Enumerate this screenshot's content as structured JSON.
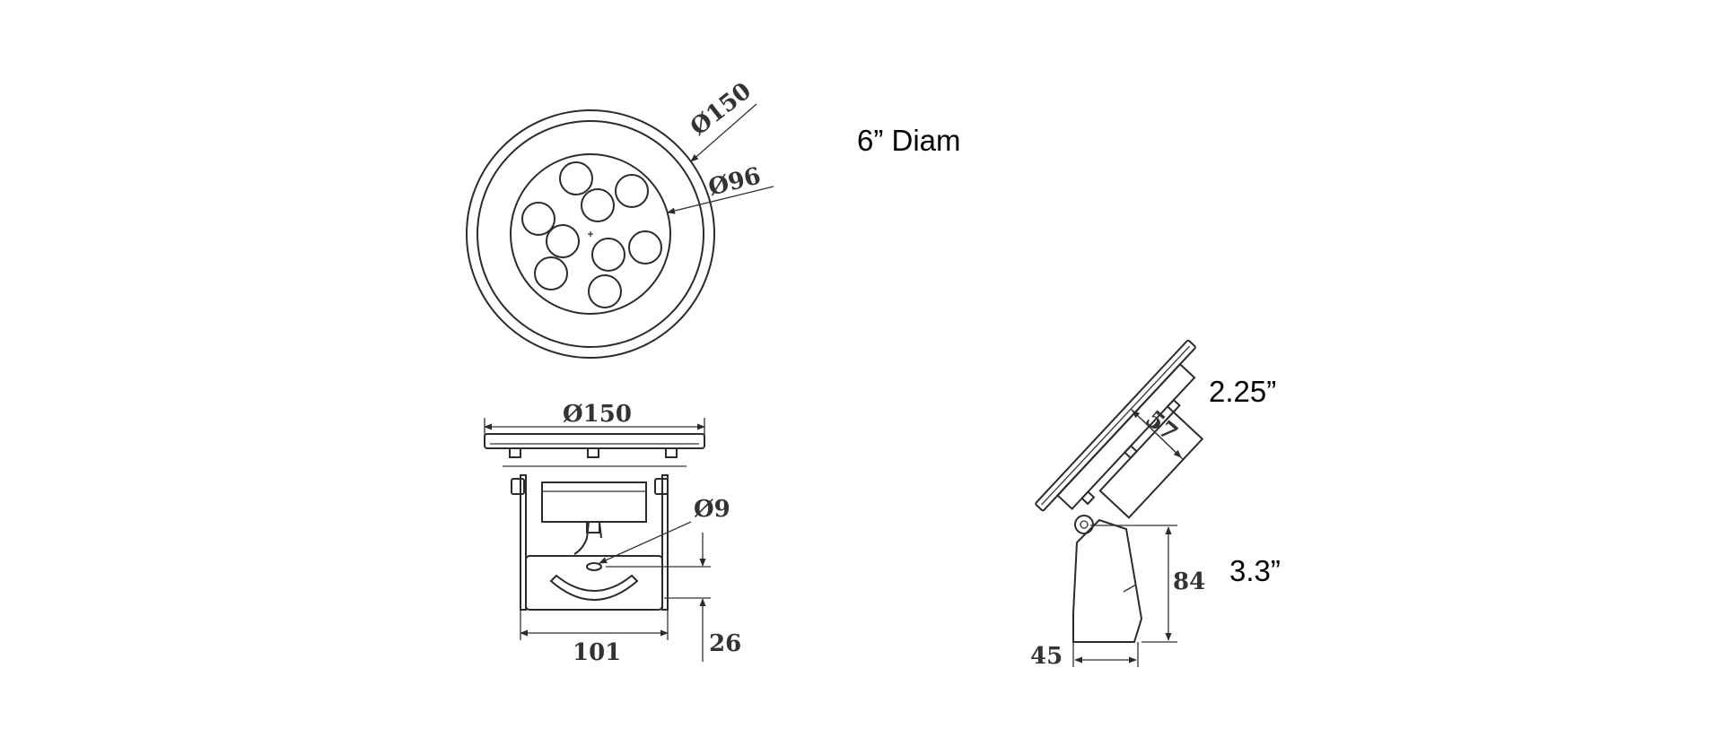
{
  "annotations": {
    "top_outer_diameter": "Ø150",
    "top_inner_diameter": "Ø96",
    "diameter_note": "6” Diam",
    "front_width": "Ø150",
    "cable_hole": "Ø9",
    "base_width": "101",
    "base_height": "26",
    "side_depth": "57",
    "side_depth_note": "2.25”",
    "side_height": "84",
    "side_height_note": "3.3”",
    "side_base": "45"
  },
  "colors": {
    "line": "#2b2b2b",
    "text": "#333333",
    "background": "#ffffff"
  }
}
